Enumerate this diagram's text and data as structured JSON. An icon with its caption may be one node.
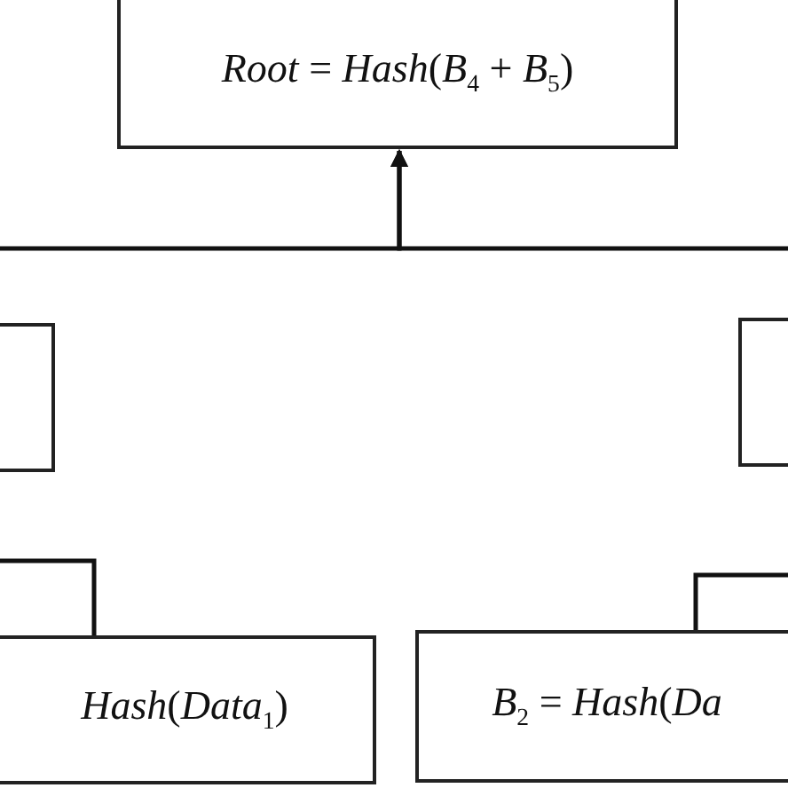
{
  "diagram": {
    "nodes": [
      {
        "text": [
          "*Root* = *Hash*(*B*$_{4}$ + *B*$_{5}$)"
        ]
      },
      {
        "text": [],
        "shape": "box"
      },
      {
        "text": [],
        "shape": "box"
      },
      {
        "text": [
          "*Hash*(*Data*$_{1}$)"
        ]
      },
      {
        "text": [
          "*B*$_{2}$ = *Hash*(*Da*"
        ]
      }
    ],
    "edges": [
      {
        "from": null,
        "to": 0,
        "arrow": "to"
      },
      {
        "from": null,
        "to": 0,
        "arrow": "to"
      },
      {
        "from": 3,
        "to": null,
        "arrow": "none"
      },
      {
        "from": 4,
        "to": null,
        "arrow": "none"
      }
    ]
  }
}
